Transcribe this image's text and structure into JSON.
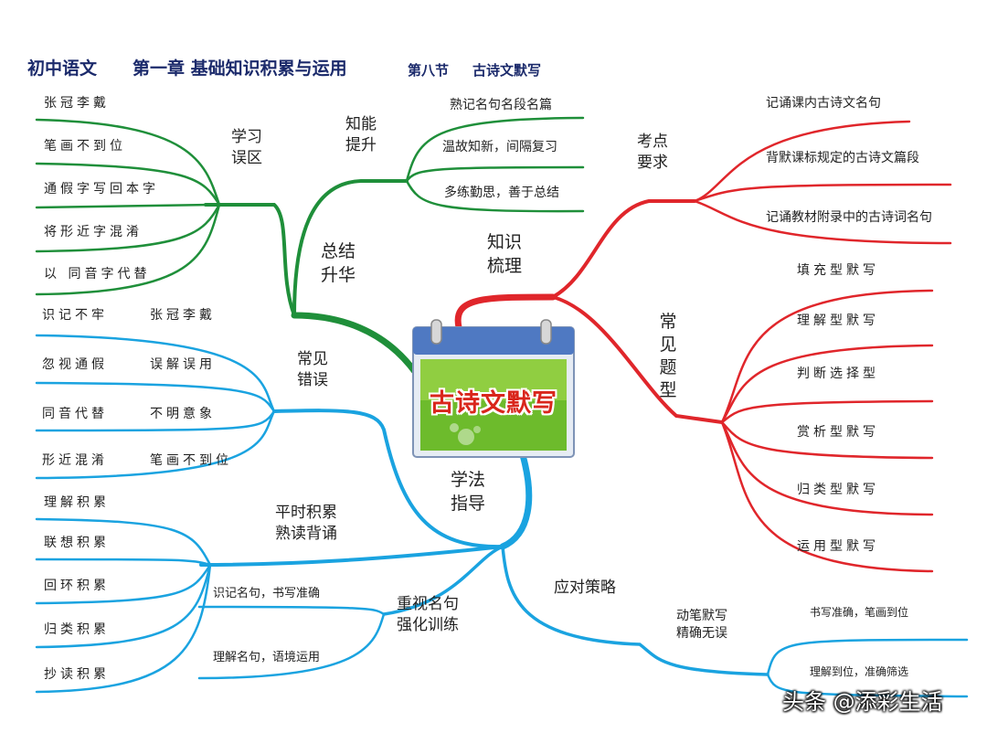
{
  "header": {
    "subject": "初中语文",
    "chapter": "第一章 基础知识积累与运用",
    "section": "第八节",
    "section_title": "古诗文默写"
  },
  "center": {
    "label": "古诗文默写"
  },
  "branches": {
    "zongjie": {
      "label": "总结\n升华",
      "xuexi_wuqu": {
        "label": "学习\n误区",
        "items": [
          "张冠李戴",
          "笔画不到位",
          "通假字写回本字",
          "将形近字混淆",
          "以 同音字代替"
        ]
      },
      "zhineng_tisheng": {
        "label": "知能\n提升",
        "items": [
          "熟记名句名段名篇",
          "温故知新，间隔复习",
          "多练勤思，善于总结"
        ]
      }
    },
    "zhishi": {
      "label": "知识\n梳理",
      "kaodian": {
        "label": "考点\n要求",
        "items": [
          "记诵课内古诗文名句",
          "背默课标规定的古诗文篇段",
          "记诵教材附录中的古诗词名句"
        ]
      },
      "tixing": {
        "label": "常见题型",
        "items": [
          "填充型默写",
          "理解型默写",
          "判断选择型",
          "赏析型默写",
          "归类型默写",
          "运用型默写"
        ]
      }
    },
    "xuefa": {
      "label": "学法\n指导",
      "cuowu": {
        "label": "常见\n错误",
        "pairs": [
          [
            "识记不牢",
            "张冠李戴"
          ],
          [
            "忽视通假",
            "误解误用"
          ],
          [
            "同音代替",
            "不明意象"
          ],
          [
            "形近混淆",
            "笔画不到位"
          ]
        ]
      },
      "jilei": {
        "label": "平时积累\n熟读背诵",
        "items": [
          "理解积累",
          "联想积累",
          "回环积累",
          "归类积累",
          "抄读积累"
        ]
      },
      "mingju": {
        "label": "重视名句\n强化训练",
        "items": [
          "识记名句，书写准确",
          "理解名句，语境运用"
        ]
      },
      "celue": {
        "label": "应对策略",
        "sub_label": "动笔默写\n精确无误",
        "items": [
          "书写准确，笔画到位",
          "理解到位，准确筛选"
        ]
      }
    }
  },
  "watermark": "头条 @添彩生活",
  "colors": {
    "green": "#1f8f3a",
    "red": "#e0262b",
    "blue": "#1aa3e0",
    "title": "#1b2a6b",
    "center_text": "#d9261c"
  }
}
